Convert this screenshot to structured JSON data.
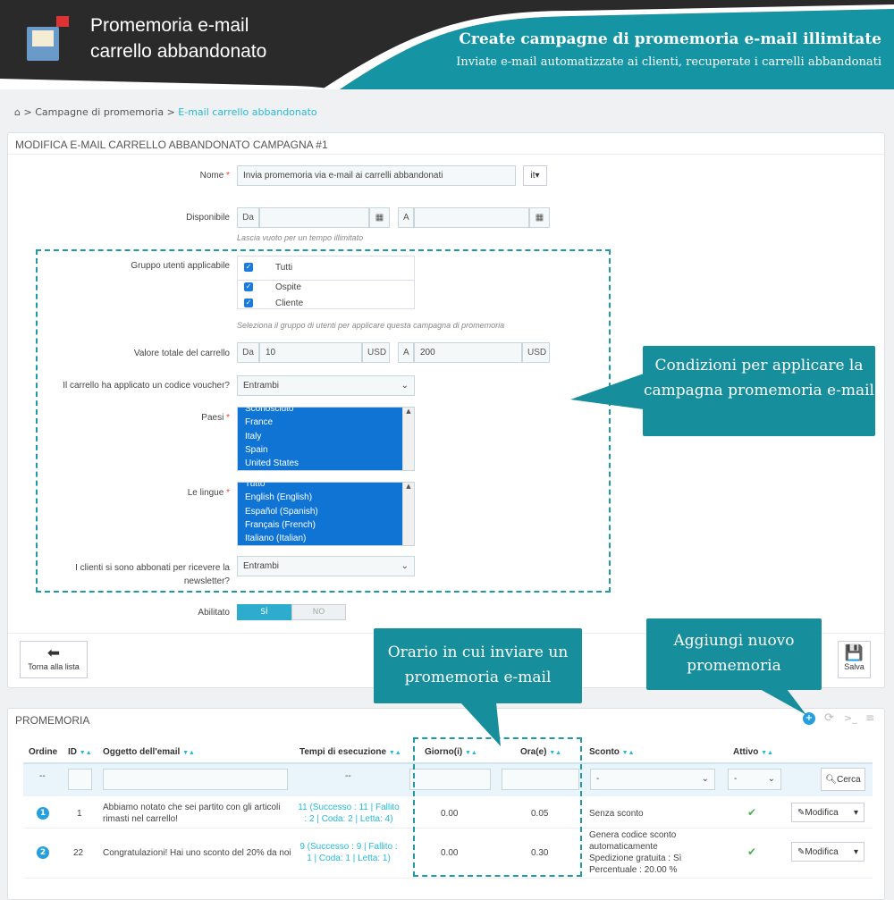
{
  "header": {
    "title_line1": "Promemoria e-mail",
    "title_line2": "carrello abbandonato",
    "headline": "Create campagne di promemoria e-mail illimitate",
    "subline": "Inviate e-mail automatizzate ai clienti, recuperate i carrelli abbandonati"
  },
  "breadcrumb": {
    "sep": ">",
    "items": [
      "Campagne di promemoria",
      "E-mail carrello abbandonato"
    ]
  },
  "form": {
    "title": "MODIFICA E-MAIL CARRELLO ABBANDONATO CAMPAGNA #1",
    "nome_label": "Nome",
    "nome_value": "Invia promemoria via e-mail ai carrelli abbandonati",
    "lang": "it",
    "disponibile_label": "Disponibile",
    "from": "Da",
    "to": "A",
    "disponibile_help": "Lascia vuoto per un tempo illimitato",
    "gruppo_label": "Gruppo utenti applicabile",
    "groups": [
      "Tutti",
      "Ospite",
      "Cliente"
    ],
    "gruppo_help": "Seleziona il gruppo di utenti per applicare questa campagna di promemoria",
    "valore_label": "Valore totale del carrello",
    "valore_from": "10",
    "valore_to": "200",
    "currency": "USD",
    "voucher_label": "Il carrello ha applicato un codice voucher?",
    "voucher_value": "Entrambi",
    "paesi_label": "Paesi",
    "paesi": [
      "Sconosciuto",
      "France",
      "Italy",
      "Spain",
      "United States"
    ],
    "lingue_label": "Le lingue",
    "lingue": [
      "Tutto",
      "English (English)",
      "Español (Spanish)",
      "Français (French)",
      "Italiano (Italian)"
    ],
    "newsletter_label": "I clienti si sono abbonati per ricevere la newsletter?",
    "newsletter_value": "Entrambi",
    "abilitato_label": "Abilitato",
    "yes": "SÌ",
    "no": "NO",
    "back_label": "Torna alla lista",
    "save_label": "Salva"
  },
  "callouts": {
    "conditions": "Condizioni per applicare la campagna promemoria e-mail",
    "timing": "Orario in cui inviare un promemoria e-mail",
    "add": "Aggiungi nuovo promemoria"
  },
  "reminders": {
    "title": "PROMEMORIA",
    "columns": [
      "Ordine",
      "ID",
      "Oggetto dell'email",
      "Tempi di esecuzione",
      "Giorno(i)",
      "Ora(e)",
      "Sconto",
      "Attivo"
    ],
    "filter_dash": "--",
    "filter_select": "-",
    "search_label": "Cerca",
    "edit_label": "Modifica",
    "rows": [
      {
        "order": "1",
        "id": "1",
        "subject": "Abbiamo notato che sei partito con gli articoli rimasti nel carrello!",
        "runs": "11 (Successo : 11 | Fallito : 2 | Coda: 2 | Letta: 4)",
        "days": "0.00",
        "hours": "0.05",
        "discount": "Senza sconto"
      },
      {
        "order": "2",
        "id": "22",
        "subject": "Congratulazioni! Hai uno sconto del 20% da noi",
        "runs": "9 (Successo : 9 | Fallito : 1 | Coda: 1 | Letta: 1)",
        "days": "0.00",
        "hours": "0.30",
        "discount": "Genera codice sconto automaticamente Spedizione gratuita : Sì Percentuale : 20.00 %"
      }
    ]
  },
  "colors": {
    "teal": "#168e9c",
    "blue": "#25b9d7",
    "select": "#0f74d4"
  }
}
